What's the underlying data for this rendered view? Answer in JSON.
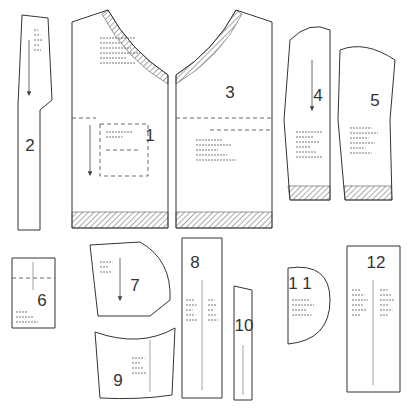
{
  "diagram": {
    "nodes": [
      {
        "text": [
          "2"
        ]
      },
      {
        "text": [
          "1"
        ]
      },
      {
        "text": [
          "3"
        ]
      },
      {
        "text": [
          "4"
        ]
      },
      {
        "text": [
          "5"
        ]
      },
      {
        "text": [
          "6"
        ]
      },
      {
        "text": [
          "7"
        ]
      },
      {
        "text": [
          "8"
        ]
      },
      {
        "text": [
          "10"
        ]
      },
      {
        "text": [
          "1 1"
        ]
      },
      {
        "text": [
          "12"
        ]
      },
      {
        "text": [
          "9"
        ]
      }
    ]
  }
}
